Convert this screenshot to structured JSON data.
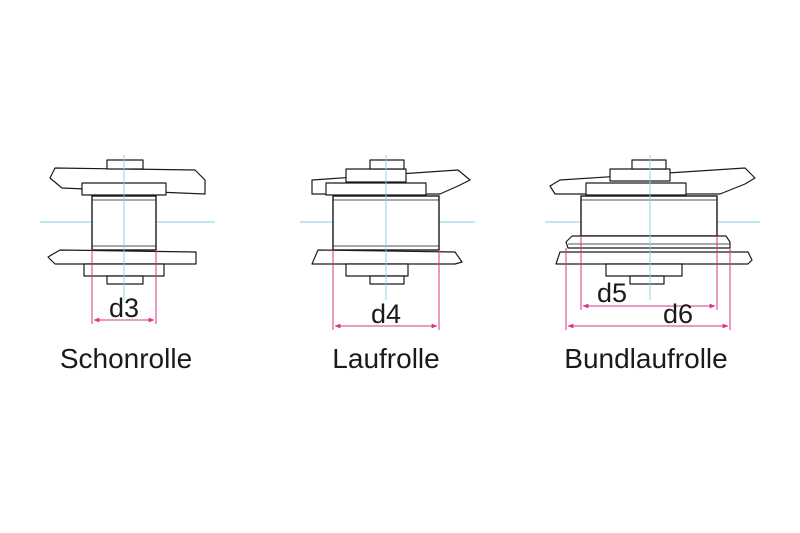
{
  "diagrams": [
    {
      "caption": "Schonrolle",
      "dims": [
        "d3"
      ]
    },
    {
      "caption": "Laufrolle",
      "dims": [
        "d4"
      ]
    },
    {
      "caption": "Bundlaufrolle",
      "dims": [
        "d5",
        "d6"
      ]
    }
  ],
  "colors": {
    "dimension": "#d9338a",
    "centerline": "#7fd0e8",
    "outline": "#1a1a1a"
  }
}
